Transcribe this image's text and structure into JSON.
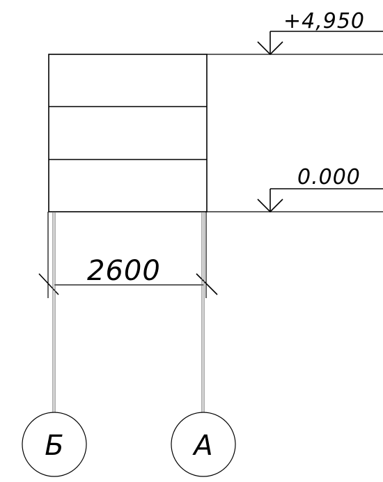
{
  "elevations": {
    "top": "+4,950",
    "bottom": "0.000"
  },
  "dimension": {
    "width": "2600"
  },
  "axes": {
    "left": "Б",
    "right": "А"
  }
}
